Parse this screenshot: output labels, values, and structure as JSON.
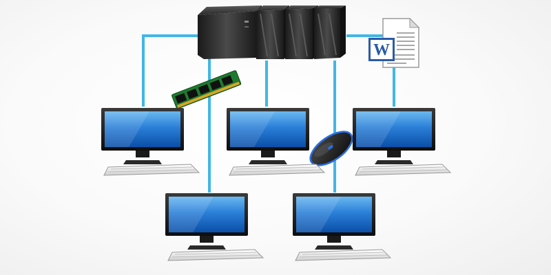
{
  "colors": {
    "link": "#41b6e6",
    "screen_top": "#4fa3e6",
    "screen_bottom": "#0b4fa8",
    "bezel": "#1b1b1b",
    "server_body": "#2a2a2a",
    "ram_pcb": "#1f7a2e",
    "doc_blue": "#2a5aa8",
    "mouse_accent": "#2b6fe0"
  },
  "nodes": {
    "server": {
      "icon": "server-rack-icon"
    },
    "document": {
      "icon": "word-document-icon",
      "letter": "W"
    },
    "ram": {
      "icon": "ram-module-icon"
    },
    "mouse": {
      "icon": "computer-mouse-icon"
    },
    "workstations": [
      {
        "id": "ws-1",
        "icon": "desktop-computer-icon"
      },
      {
        "id": "ws-2",
        "icon": "desktop-computer-icon"
      },
      {
        "id": "ws-3",
        "icon": "desktop-computer-icon"
      },
      {
        "id": "ws-4",
        "icon": "desktop-computer-icon"
      },
      {
        "id": "ws-5",
        "icon": "desktop-computer-icon"
      }
    ]
  }
}
